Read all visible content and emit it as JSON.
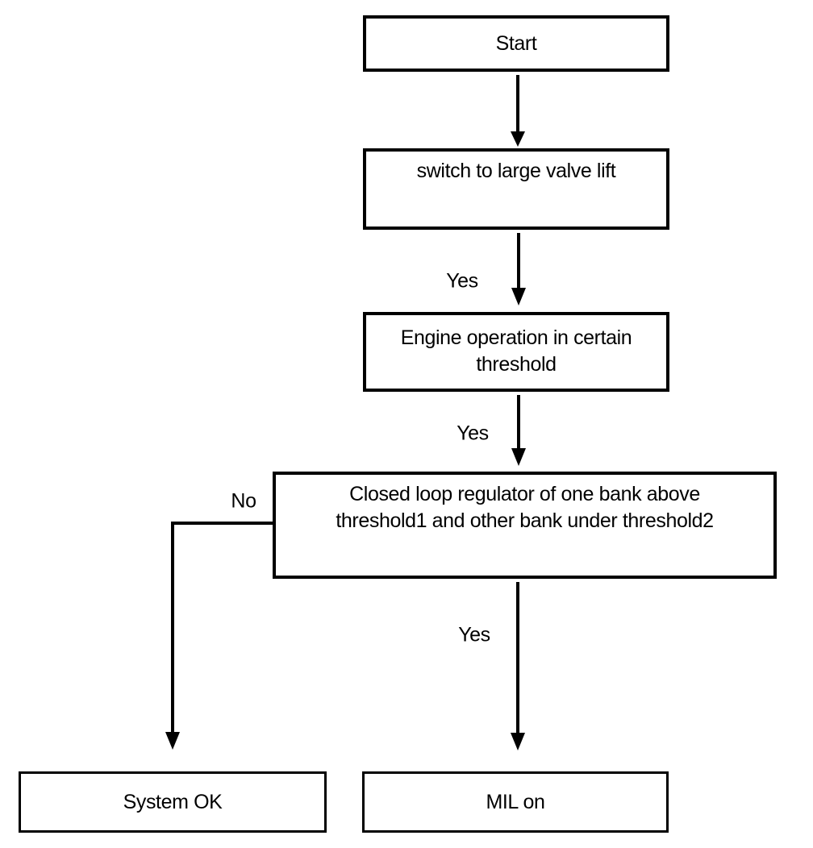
{
  "diagram": {
    "type": "flowchart",
    "colors": {
      "background": "#ffffff",
      "line": "#000000",
      "text": "#000000"
    },
    "nodes": {
      "start": {
        "label": "Start"
      },
      "switch": {
        "label": "switch to large valve lift"
      },
      "engine": {
        "label": "Engine operation in certain\nthreshold"
      },
      "closed_loop": {
        "label": "Closed loop regulator of one bank above\nthreshold1 and other bank under threshold2"
      },
      "system_ok": {
        "label": "System OK"
      },
      "mil_on": {
        "label": "MIL on"
      }
    },
    "edge_labels": {
      "yes1": "Yes",
      "yes2": "Yes",
      "yes3": "Yes",
      "no": "No"
    },
    "edges": [
      {
        "from": "start",
        "to": "switch",
        "label": ""
      },
      {
        "from": "switch",
        "to": "engine",
        "label": "Yes"
      },
      {
        "from": "engine",
        "to": "closed_loop",
        "label": "Yes"
      },
      {
        "from": "closed_loop",
        "to": "mil_on",
        "label": "Yes"
      },
      {
        "from": "closed_loop",
        "to": "system_ok",
        "label": "No"
      }
    ]
  }
}
